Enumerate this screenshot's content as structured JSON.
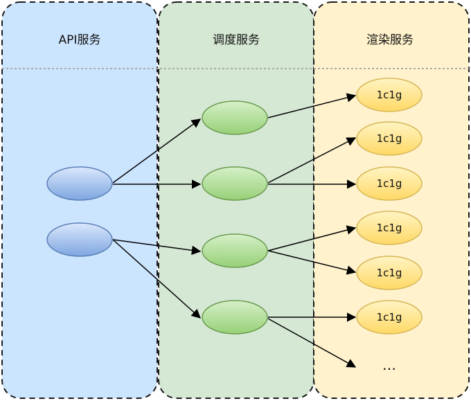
{
  "columns": [
    {
      "title": "API服务",
      "fill": "#cce5ff",
      "border": "#1a1a1a"
    },
    {
      "title": "调度服务",
      "fill": "#d5e8d4",
      "border": "#1a1a1a"
    },
    {
      "title": "渲染服务",
      "fill": "#fff2cc",
      "border": "#1a1a1a"
    }
  ],
  "colors": {
    "api_node_fill": "#7ea6e0",
    "scheduler_node_fill": "#97d077",
    "render_node_fill": "#ffd966",
    "separator": "#aaaaaa",
    "arrow": "#000000"
  },
  "render_nodes": [
    {
      "label": "1c1g"
    },
    {
      "label": "1c1g"
    },
    {
      "label": "1c1g"
    },
    {
      "label": "1c1g"
    },
    {
      "label": "1c1g"
    },
    {
      "label": "1c1g"
    }
  ],
  "overflow_indicator": "…"
}
